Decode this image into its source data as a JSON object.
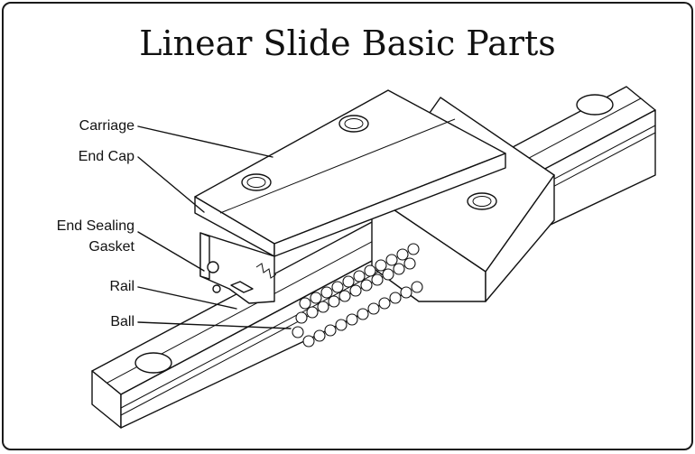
{
  "title": "Linear Slide Basic Parts",
  "labels": {
    "carriage": "Carriage",
    "end_cap": "End Cap",
    "end_sealing_line1": "End Sealing",
    "end_sealing_line2": "Gasket",
    "rail": "Rail",
    "ball": "Ball"
  },
  "colors": {
    "line": "#111111",
    "background": "#ffffff",
    "border": "#1a1a1a"
  }
}
